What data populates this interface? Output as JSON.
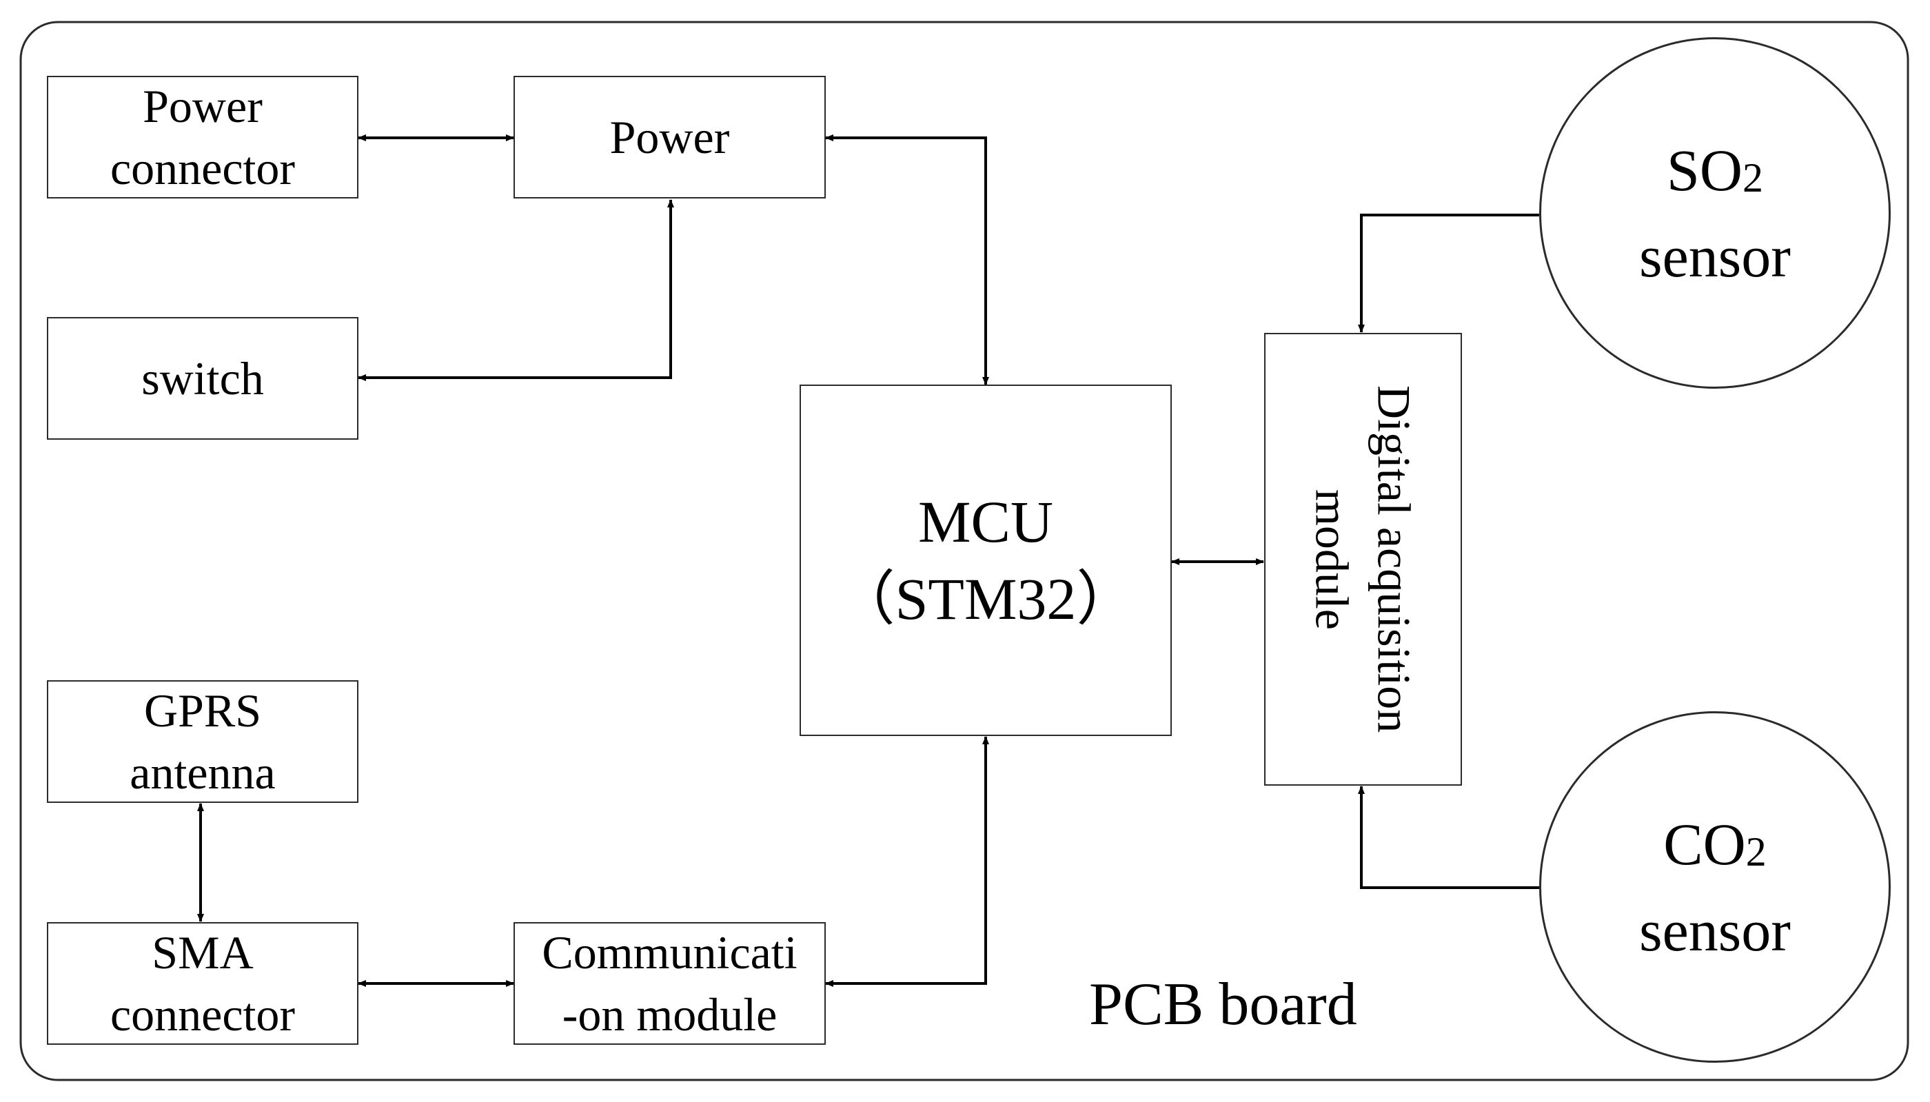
{
  "board": {
    "label": "PCB board"
  },
  "blocks": {
    "power_connector": {
      "line1": "Power",
      "line2": "connector"
    },
    "power": {
      "label": "Power"
    },
    "switch": {
      "label": "switch"
    },
    "gprs_antenna": {
      "line1": "GPRS",
      "line2": "antenna"
    },
    "sma_connector": {
      "line1": "SMA",
      "line2": "connector"
    },
    "communication_module": {
      "line1": "Communicati",
      "line2": "-on module"
    },
    "mcu": {
      "line1": "MCU",
      "line2": "（STM32）"
    },
    "digital_acquisition": {
      "line1": "Digital acquisition",
      "line2": "module"
    }
  },
  "sensors": {
    "so2": {
      "gas": "SO",
      "subscript": "2",
      "word": "sensor"
    },
    "co2": {
      "gas": "CO",
      "subscript": "2",
      "word": "sensor"
    }
  },
  "colors": {
    "line": "#000000",
    "border": "#2b2b2b",
    "background": "#ffffff"
  }
}
